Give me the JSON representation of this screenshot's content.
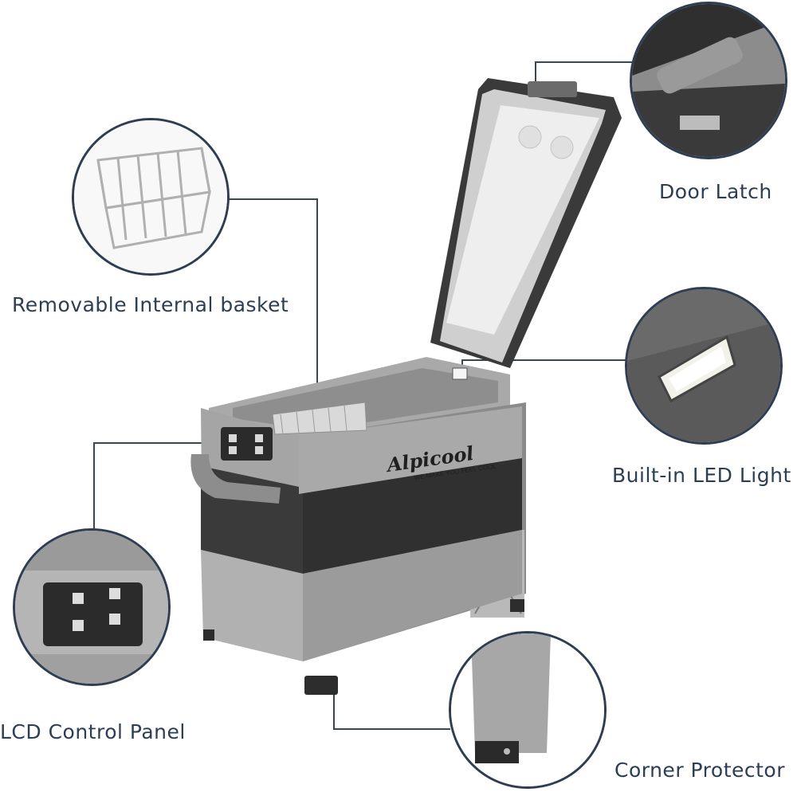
{
  "features": {
    "basket_label": "Removable Internal basket",
    "latch_label": "Door Latch",
    "led_label": "Built-in LED Light",
    "lcd_label": "LCD Control Panel",
    "corner_label": "Corner Protector"
  },
  "brand": {
    "logo_text": "Alpicool",
    "tagline": "WE MAKE YOU FEEL COOL"
  },
  "colors": {
    "label": "#2c3e55",
    "connector": "#3a4558",
    "body_gray": "#9c9c9c",
    "band_dark": "#3a3a3a"
  }
}
